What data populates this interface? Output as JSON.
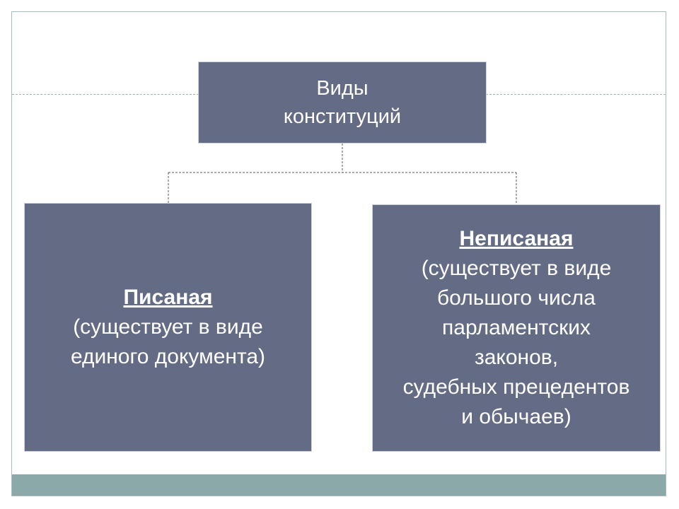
{
  "diagram": {
    "root": {
      "lines": [
        "Виды",
        "конституций"
      ]
    },
    "left": {
      "title": "Писаная",
      "lines": [
        "(существует в виде",
        "единого документа)"
      ]
    },
    "right": {
      "title": "Неписаная",
      "lines": [
        "(существует в виде",
        "большого числа",
        "парламентских",
        "законов,",
        "судебных прецедентов",
        "и обычаев)"
      ]
    }
  },
  "colors": {
    "node_fill": "#646c85",
    "footer_band": "#8ba9a9",
    "text": "#ffffff"
  }
}
